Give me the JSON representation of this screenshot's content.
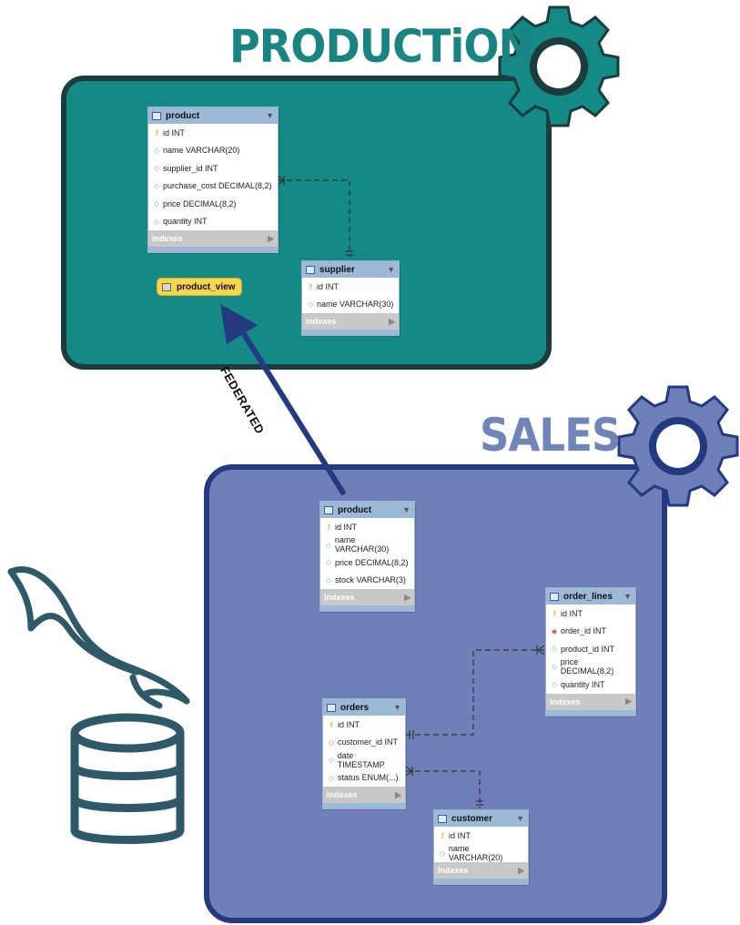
{
  "zones": {
    "production": {
      "title": "PRODUCTiON",
      "color": "#138a86",
      "border": "#1d3c3c"
    },
    "sales": {
      "title": "SALES",
      "color": "#6f80b9",
      "border": "#243a80"
    }
  },
  "federated_label": "FEDERATED",
  "view": {
    "name": "product_view"
  },
  "tables": {
    "prod_product": {
      "name": "product",
      "columns": [
        {
          "icon": "key",
          "text": "id INT"
        },
        {
          "icon": "col",
          "text": "name VARCHAR(20)"
        },
        {
          "icon": "fk",
          "text": "supplier_id INT"
        },
        {
          "icon": "col",
          "text": "purchase_cost DECIMAL(8,2)"
        },
        {
          "icon": "col",
          "text": "price DECIMAL(8,2)"
        },
        {
          "icon": "col",
          "text": "quantity INT"
        }
      ],
      "indexes": "Indexes"
    },
    "supplier": {
      "name": "supplier",
      "columns": [
        {
          "icon": "key",
          "text": "id INT"
        },
        {
          "icon": "col",
          "text": "name VARCHAR(30)"
        }
      ],
      "indexes": "Indexes"
    },
    "sales_product": {
      "name": "product",
      "columns": [
        {
          "icon": "key",
          "text": "id INT"
        },
        {
          "icon": "col",
          "text": "name VARCHAR(30)"
        },
        {
          "icon": "col",
          "text": "price DECIMAL(8,2)"
        },
        {
          "icon": "col",
          "text": "stock VARCHAR(3)"
        }
      ],
      "indexes": "Indexes"
    },
    "order_lines": {
      "name": "order_lines",
      "columns": [
        {
          "icon": "key",
          "text": "id INT"
        },
        {
          "icon": "fkfill",
          "text": "order_id INT"
        },
        {
          "icon": "col",
          "text": "product_id INT"
        },
        {
          "icon": "col",
          "text": "price DECIMAL(8,2)"
        },
        {
          "icon": "col",
          "text": "quantity INT"
        }
      ],
      "indexes": "Indexes"
    },
    "orders": {
      "name": "orders",
      "columns": [
        {
          "icon": "key",
          "text": "id INT"
        },
        {
          "icon": "fk",
          "text": "customer_id INT"
        },
        {
          "icon": "col",
          "text": "date TIMESTAMP"
        },
        {
          "icon": "col",
          "text": "status ENUM(...)"
        }
      ],
      "indexes": "Indexes"
    },
    "customer": {
      "name": "customer",
      "columns": [
        {
          "icon": "key",
          "text": "id INT"
        },
        {
          "icon": "col",
          "text": "name VARCHAR(20)"
        }
      ],
      "indexes": "Indexes"
    }
  }
}
